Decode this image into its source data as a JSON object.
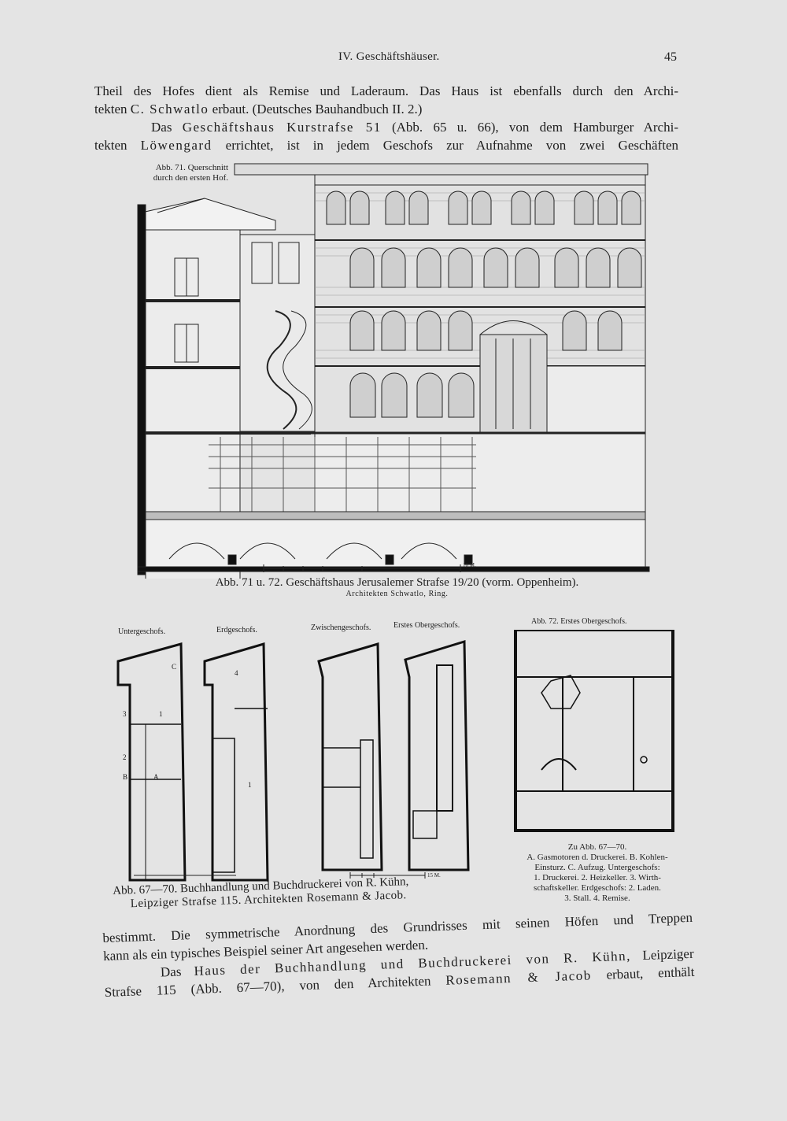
{
  "header": {
    "section": "IV. Geschäftshäuser.",
    "page_number": "45"
  },
  "intro_paragraph": {
    "line1": "Theil des Hofes dient als Remise und Laderaum. Das Haus ist ebenfalls durch den Archi-",
    "line2_a": "tekten ",
    "line2_name": "C. Schwatlo",
    "line2_b": " erbaut. (Deutsches Bauhandbuch II. 2.)"
  },
  "paragraph2": {
    "line1_a": "Das ",
    "line1_spaced": "Geschäftshaus Kurstrafse 51",
    "line1_b": " (Abb. 65 u. 66), von dem Hamburger Archi-",
    "line2_a": "tekten ",
    "line2_name": "Löwengard",
    "line2_b": " errichtet, ist in jedem Geschofs zur Aufnahme von zwei Geschäften"
  },
  "section_figure": {
    "label_line1": "Abb. 71. Querschnitt",
    "label_line2": "durch den ersten Hof.",
    "scale_label": "10 M."
  },
  "caption_71_72": {
    "main": "Abb. 71 u. 72. Geschäftshaus Jerusalemer Strafse 19/20 (vorm. Oppenheim).",
    "sub": "Architekten Schwatlo, Ring."
  },
  "floor_plans": {
    "labels": [
      "Untergeschofs.",
      "Erdgeschofs.",
      "Zwischengeschofs.",
      "Erstes Obergeschofs."
    ],
    "abb72_label": "Abb. 72. Erstes Obergeschofs.",
    "scale_label": "15 M.",
    "room_marks": [
      "C",
      "1",
      "2",
      "3",
      "B",
      "A",
      "4",
      "1"
    ]
  },
  "legend": {
    "line1": "Zu Abb. 67—70.",
    "line2": "A. Gasmotoren d. Druckerei. B. Kohlen-",
    "line3": "Einsturz. C. Aufzug. Untergeschofs:",
    "line4": "1. Druckerei. 2. Heizkeller. 3. Wirth-",
    "line5": "schaftskeller. Erdgeschofs: 2. Laden.",
    "line6": "3. Stall. 4. Remise."
  },
  "caption_67_70": {
    "line1": "Abb. 67—70. Buchhandlung und Buchdruckerei von R. Kühn,",
    "line2": "Leipziger Strafse 115. Architekten Rosemann & Jacob."
  },
  "closing_paragraph": {
    "line1": "bestimmt. Die symmetrische Anordnung des Grundrisses mit seinen Höfen und Treppen",
    "line2": "kann als ein typisches Beispiel seiner Art angesehen werden.",
    "line3_a": "Das ",
    "line3_spaced": "Haus der Buchhandlung und Buchdruckerei von R. Kühn",
    "line3_b": ", Leipziger",
    "line4_a": "Strafse 115 (Abb. 67—70), von den Architekten ",
    "line4_name": "Rosemann & Jacob",
    "line4_b": " erbaut, enthält"
  }
}
